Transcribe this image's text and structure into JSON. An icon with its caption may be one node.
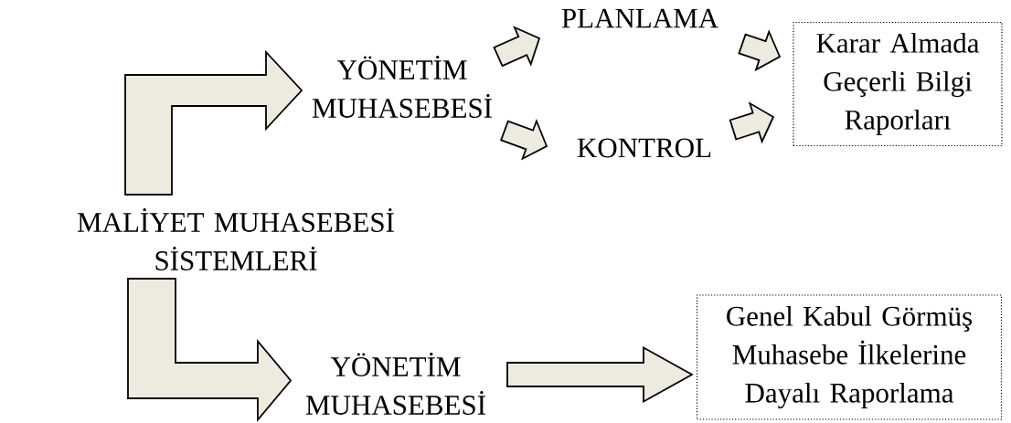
{
  "diagram": {
    "nodes": [
      {
        "text": [
          "MALİYET MUHASEBESİ SİSTEMLERİ"
        ]
      },
      {
        "text": [
          "YÖNETİM MUHASEBESİ"
        ]
      },
      {
        "text": [
          "PLANLAMA"
        ]
      },
      {
        "text": [
          "KONTROL"
        ]
      },
      {
        "text": [
          "Karar Almada Geçerli Bilgi Raporları"
        ]
      },
      {
        "text": [
          "YÖNETİM MUHASEBESİ"
        ]
      },
      {
        "text": [
          "Genel Kabul Görmüş Muhasebe İlkelerine Dayalı Raporlama"
        ]
      }
    ],
    "edges": [
      {
        "from": 0,
        "to": 1,
        "arrow": "to"
      },
      {
        "from": 1,
        "to": 2,
        "arrow": "to"
      },
      {
        "from": 1,
        "to": 3,
        "arrow": "to"
      },
      {
        "from": 2,
        "to": 4,
        "arrow": "to"
      },
      {
        "from": 3,
        "to": 4,
        "arrow": "to"
      },
      {
        "from": 0,
        "to": 5,
        "arrow": "to"
      },
      {
        "from": 5,
        "to": 6,
        "arrow": "to"
      }
    ]
  }
}
